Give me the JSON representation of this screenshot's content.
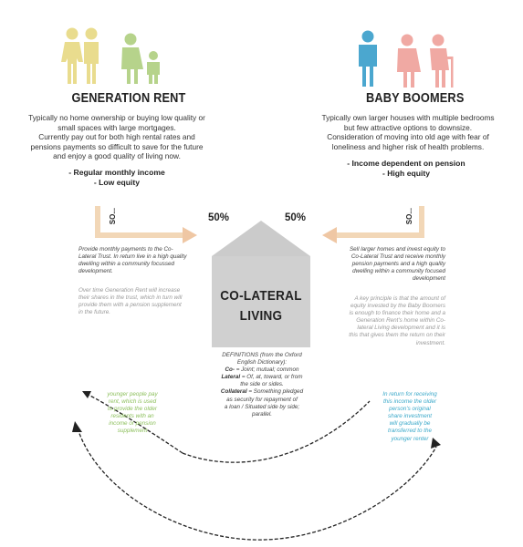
{
  "colors": {
    "yellow_family": "#e9dc8e",
    "green_family": "#b6d38b",
    "blue_person": "#4ba7cf",
    "pink_person": "#f0a9a3",
    "arrow": "#efc7a4",
    "house": "#cbcbcb",
    "bracket": "#f2d7b7",
    "green_text": "#8cbf5b",
    "blue_text": "#3aa8c9"
  },
  "icons": {
    "gen_rent": [
      "couple-icon",
      "parent-child-icon"
    ],
    "baby_boomers": [
      "man-icon",
      "elderly-woman-icon",
      "elderly-man-icon"
    ]
  },
  "generation_rent": {
    "title": "GENERATION RENT",
    "description": [
      "Typically no home ownership or buying low quality or",
      "small spaces with large mortgages.",
      "Currently pay out for both high rental rates and",
      "pensions payments so difficult to save for the future",
      "and enjoy a good quality of living now."
    ],
    "bullets": [
      "- Regular monthly income",
      "- Low equity"
    ],
    "so_label": "SO...",
    "percent": "50%",
    "para1": [
      "Provide monthly payments to the Co-",
      "Lateral Trust.  In return live in a high quality",
      "dwelling within a community focussed",
      "development."
    ],
    "para2": [
      "Over time Generation Rent will increase",
      "their shares in the trust, which in turn will",
      "provide them with a pension supplement",
      "in the future."
    ]
  },
  "baby_boomers": {
    "title": "BABY BOOMERS",
    "description": [
      "Typically own larger houses with multiple bedrooms",
      "but few attractive options to downsize.",
      "Consideration of moving into old age with fear of",
      "loneliness and higher risk of health problems."
    ],
    "bullets": [
      "- Income dependent on pension",
      "- High equity"
    ],
    "so_label": "SO...",
    "percent": "50%",
    "para1": [
      "Sell larger homes and invest equity to",
      "Co-Lateral Trust and receive monthly",
      "pension payments and a high quality",
      "dwelling within a community focused",
      "development"
    ],
    "para2": [
      "A key principle is that the amount of",
      "equity invested by the Baby Boomers",
      "is enough to finance their home and a",
      "Generation Rent's home within Co-",
      "lateral Living development and it is",
      "this that gives them the return on their",
      "investment."
    ]
  },
  "house": {
    "title_line1": "CO-LATERAL",
    "title_line2": "LIVING"
  },
  "definitions": {
    "heading": [
      "DEFINITIONS (from the Oxford",
      "English Dictionary):"
    ],
    "co_term": "Co-",
    "co_def": " = Joint; mutual; common",
    "lateral_term": "Lateral",
    "lateral_def": " = Of, at, toward, or from",
    "lateral_def2": "the side or sides.",
    "collateral_term": "Collateral",
    "collateral_def": " = Something pledged",
    "collateral_def2": [
      "as security for repayment of",
      "a loan / Situated side by side;",
      "parallel."
    ]
  },
  "cycle": {
    "left_text": [
      "younger people pay",
      "rent, which is used",
      "to provide the older",
      "residents with an",
      "income or pension",
      "supplement"
    ],
    "right_text": [
      "In return for receiving",
      "this income the older",
      "person's original",
      "share investment",
      "will gradually be",
      "transferred to the",
      "younger renter"
    ]
  }
}
